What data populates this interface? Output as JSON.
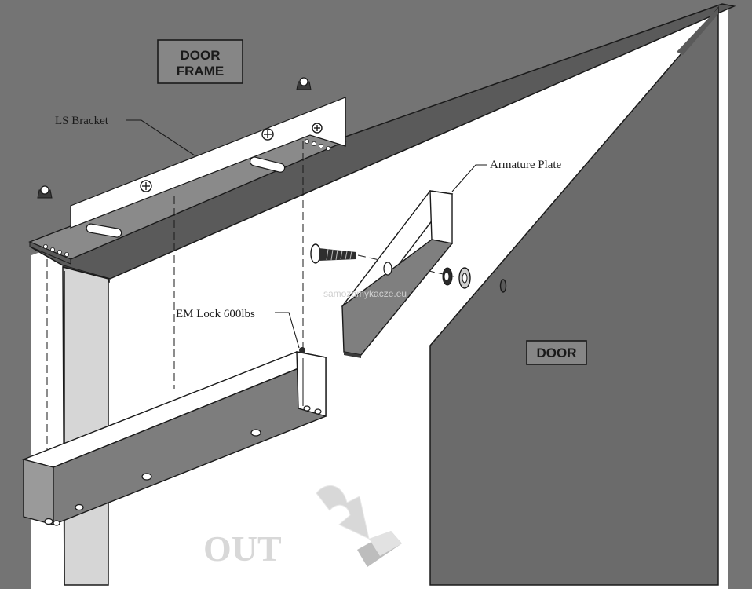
{
  "labels": {
    "door_frame_line1": "DOOR",
    "door_frame_line2": "FRAME",
    "door": "DOOR",
    "ls_bracket": "LS Bracket",
    "armature_plate": "Armature Plate",
    "em_lock": "EM Lock 600lbs",
    "out": "OUT",
    "watermark": "samozamykacze.eu"
  },
  "colors": {
    "wall": "#747474",
    "door": "#6e6e6e",
    "frame_edge": "#4a4a4a",
    "metal": "#7a7a7a",
    "outline": "#1a1a1a",
    "opening": "#ffffff"
  },
  "icons": {
    "arrow": "curved-arrow-icon",
    "screw": "screw-icon",
    "nut": "nut-icon",
    "washer": "washer-icon"
  }
}
